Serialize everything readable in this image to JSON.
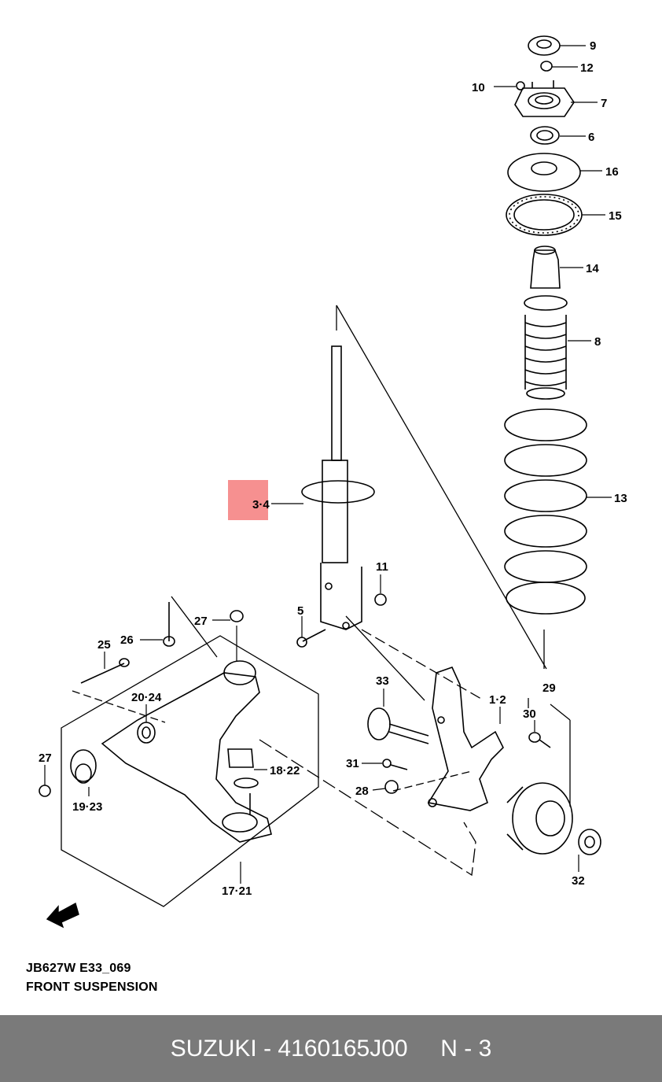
{
  "diagram": {
    "code": "JB627W E33_069",
    "title": "FRONT SUSPENSION",
    "highlighted_callout": "3·4",
    "callouts": {
      "c9": "9",
      "c12": "12",
      "c10": "10",
      "c7": "7",
      "c6": "6",
      "c16": "16",
      "c15": "15",
      "c14": "14",
      "c8": "8",
      "c13": "13",
      "c34": "3·4",
      "c11": "11",
      "c5": "5",
      "c27a": "27",
      "c26": "26",
      "c25": "25",
      "c2024": "20·24",
      "c1822": "18·22",
      "c27b": "27",
      "c1923": "19·23",
      "c1721": "17·21",
      "c33": "33",
      "c12b": "1·2",
      "c29": "29",
      "c30": "30",
      "c31": "31",
      "c28": "28",
      "c32": "32"
    }
  },
  "footer": {
    "brand": "SUZUKI",
    "separator": " - ",
    "part_number": "4160165J00",
    "page_ref": "N - 3"
  },
  "colors": {
    "highlight": "#f47c7c",
    "footer_bg": "#7a7a7a",
    "line": "#000000"
  },
  "icons": {
    "front_arrow": "front-direction-arrow-icon"
  }
}
